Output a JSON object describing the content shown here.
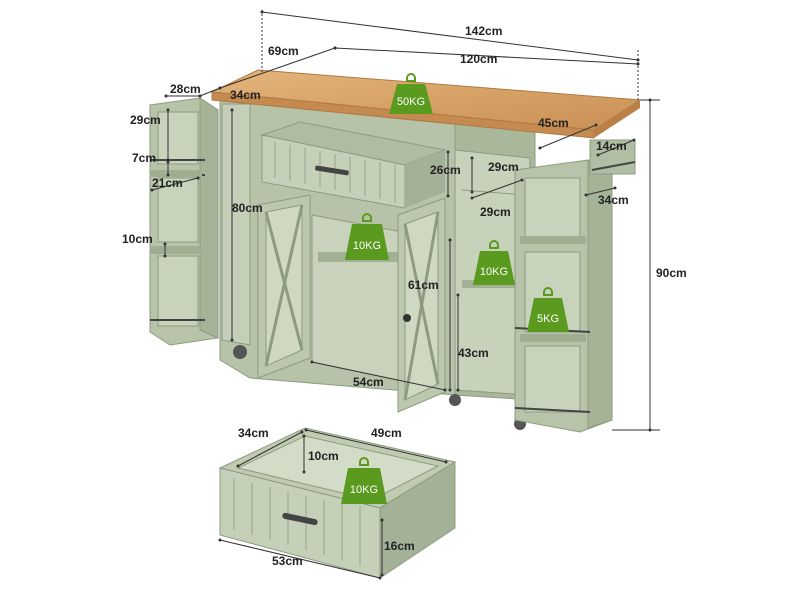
{
  "colors": {
    "cabinet": "#b9c6ab",
    "cabinet_dark": "#98a789",
    "cabinet_shadow": "#7f8e72",
    "wood_top": "#d9a66a",
    "weight_badge": "#5a9a1e",
    "dimension_line": "#333333"
  },
  "dimensions": {
    "total_width": "142cm",
    "top_width": "120cm",
    "leaf_depth": "69cm",
    "side_shelf_width": "28cm",
    "side_depth": "34cm",
    "side_top_height": "29cm",
    "rail_gap": "7cm",
    "side_shelf_depth": "21cm",
    "side_lower_height": "10cm",
    "body_height": "80cm",
    "drawer_width": "45cm",
    "towel_bar": "14cm",
    "right_compartment_height": "29cm",
    "right_compartment_depth": "29cm",
    "right_side_depth": "34cm",
    "drawer_height": "26cm",
    "cabinet_height": "61cm",
    "cabinet_width": "54cm",
    "right_compartment_lower": "43cm",
    "overall_height": "90cm"
  },
  "drawer_dimensions": {
    "depth": "34cm",
    "width": "49cm",
    "inner_height": "10cm",
    "outer_width": "53cm",
    "outer_height": "16cm"
  },
  "weights": {
    "top": "50KG",
    "cabinet_shelf": "10KG",
    "right_shelf": "10KG",
    "side_shelf": "5KG",
    "drawer": "10KG"
  }
}
